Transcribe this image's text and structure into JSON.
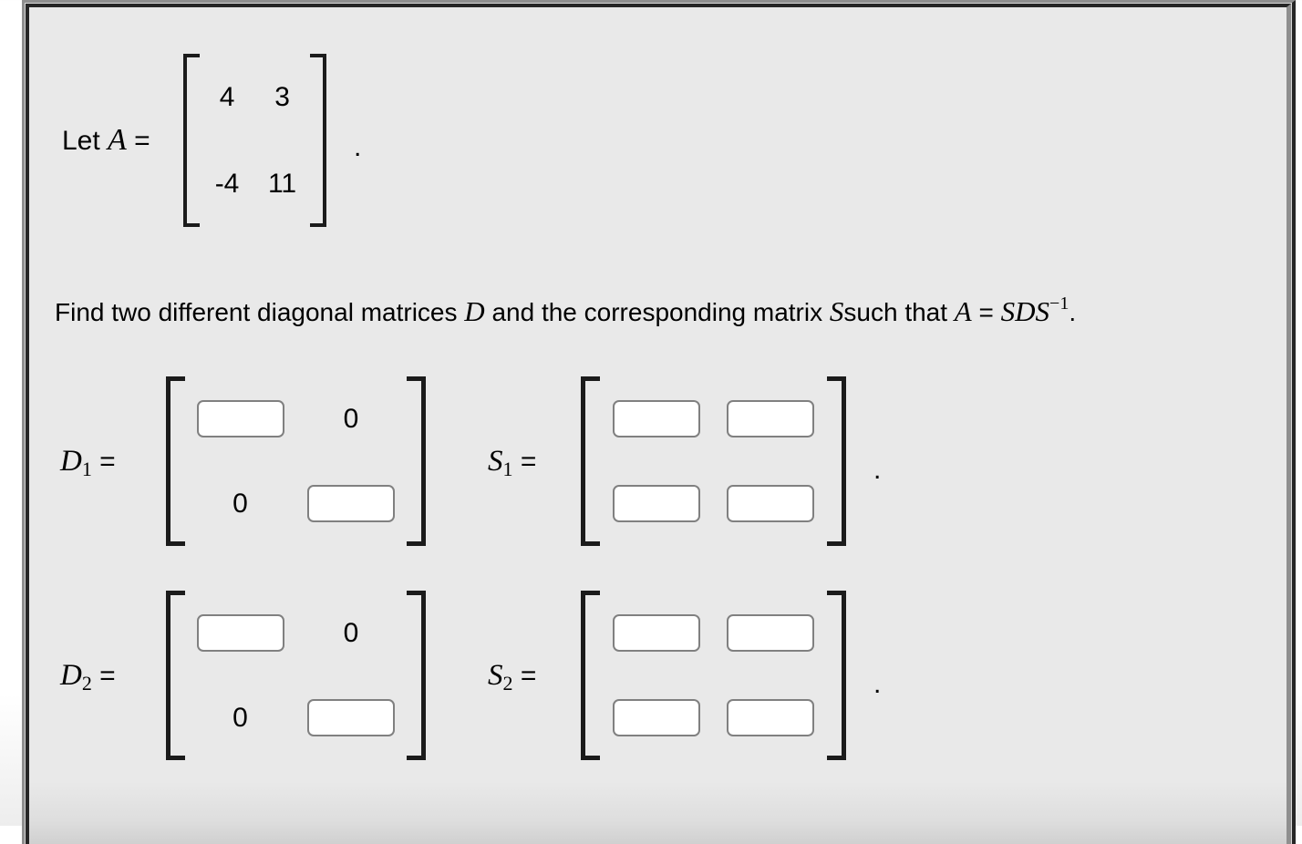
{
  "colors": {
    "page_background": "#ffffff",
    "content_background": "#e9e9e9",
    "frame_dark": "#262626",
    "frame_gray": "#8f8f8f",
    "bracket": "#1b1b1b",
    "input_border": "#808080",
    "input_fill": "#ffffff",
    "text": "#000000"
  },
  "intro": {
    "prefix": "Let ",
    "var": "A",
    "equals": " = ",
    "period": "."
  },
  "matrix_a": {
    "rows": [
      [
        "4",
        "3"
      ],
      [
        "-4",
        "11"
      ]
    ]
  },
  "statement": {
    "part1": "Find two different diagonal matrices ",
    "var_d": "D",
    "part2": " and the corresponding matrix ",
    "var_s": "S",
    "part3": "such that ",
    "var_a": "A",
    "part4": " = ",
    "var_sds": "SDS",
    "superscript": "−1",
    "period": "."
  },
  "answers": {
    "d1": {
      "label": "D",
      "subscript": "1",
      "equals": " = ",
      "zeros": {
        "r1c2": "0",
        "r2c1": "0"
      }
    },
    "s1": {
      "label": "S",
      "subscript": "1",
      "equals": " = ",
      "period": "."
    },
    "d2": {
      "label": "D",
      "subscript": "2",
      "equals": " = ",
      "zeros": {
        "r1c2": "0",
        "r2c1": "0"
      }
    },
    "s2": {
      "label": "S",
      "subscript": "2",
      "equals": " = ",
      "period": "."
    }
  },
  "inputs": {
    "d1": {
      "r1c1": "",
      "r2c2": ""
    },
    "s1": {
      "r1c1": "",
      "r1c2": "",
      "r2c1": "",
      "r2c2": ""
    },
    "d2": {
      "r1c1": "",
      "r2c2": ""
    },
    "s2": {
      "r1c1": "",
      "r1c2": "",
      "r2c1": "",
      "r2c2": ""
    }
  }
}
